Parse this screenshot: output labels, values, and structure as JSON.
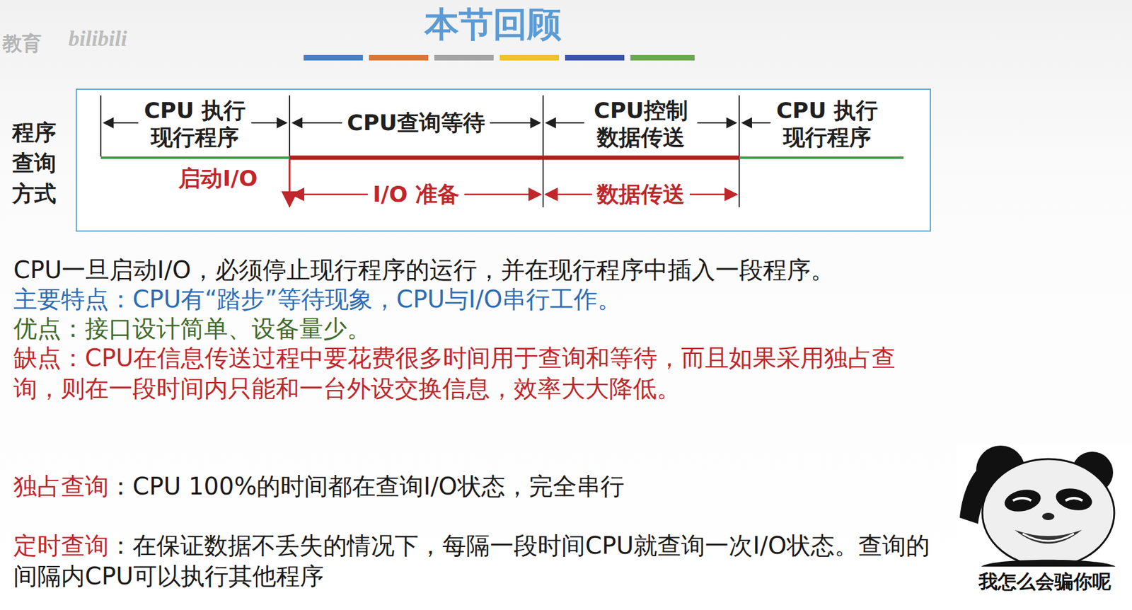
{
  "diagram": {
    "title": "本节回顾",
    "nodes": [
      {
        "text": [
          "程序查询方式",
          "CPU 执行 现行程序",
          "CPU查询等待",
          "CPU控制 数据传送",
          "CPU 执行 现行程序",
          "启动I/O",
          "I/O 准备",
          "数据传送"
        ]
      }
    ],
    "labels": [
      "教育",
      "bilibili",
      "CPU一旦启动I/O，必须停止现行程序的运行，并在现行程序中插入一段程序。",
      "主要特点：CPU有“踏步”等待现象，CPU与I/O串行工作。",
      "优点：接口设计简单、设备量少。",
      "缺点：CPU在信息传送过程中要花费很多时间用于查询和等待，而且如果采用独占查询，则在一段时间内只能和一台外设交换信息，效率大大降低。",
      "独占查询",
      "：CPU 100%的时间都在查询I/O状态，完全串行",
      "定时查询",
      "：在保证数据不丢失的情况下，每隔一段时间CPU就查询一次I/O状态。查询的间隔内CPU可以执行其他程序",
      "我怎么会骗你呢"
    ]
  }
}
